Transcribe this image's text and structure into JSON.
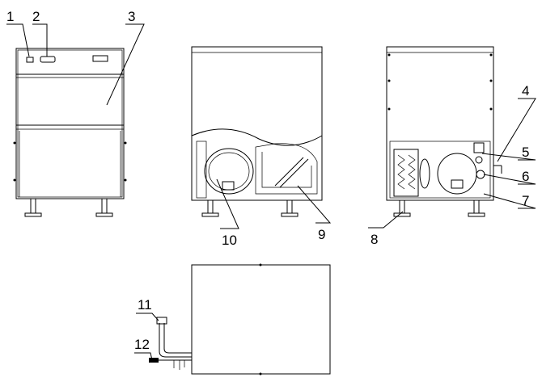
{
  "diagram": {
    "title": "Ice machine component diagram",
    "callouts": [
      {
        "number": "1"
      },
      {
        "number": "2"
      },
      {
        "number": "3"
      },
      {
        "number": "4"
      },
      {
        "number": "5"
      },
      {
        "number": "6"
      },
      {
        "number": "7"
      },
      {
        "number": "8"
      },
      {
        "number": "9"
      },
      {
        "number": "10"
      },
      {
        "number": "11"
      },
      {
        "number": "12"
      }
    ],
    "colors": {
      "line": "#000000",
      "background": "#ffffff"
    }
  }
}
